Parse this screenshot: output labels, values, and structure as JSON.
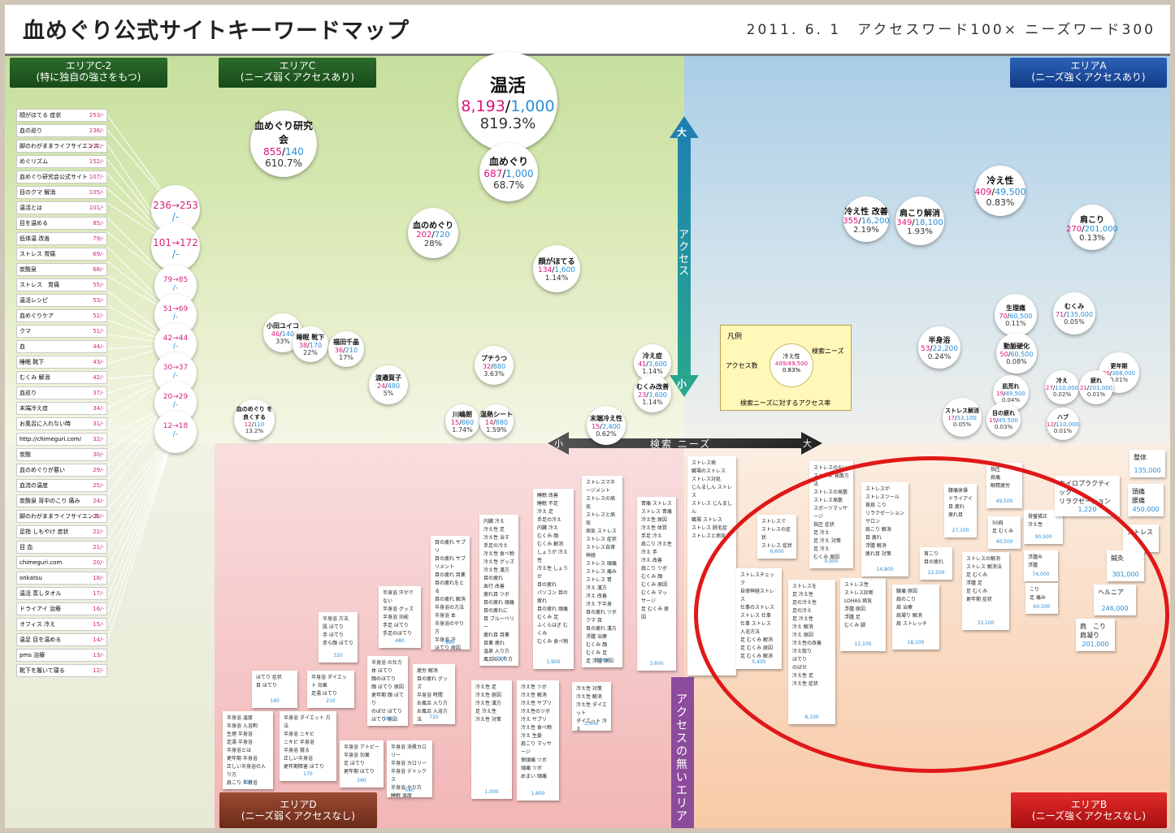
{
  "header": {
    "title": "血めぐり公式サイトキーワードマップ",
    "subtitle": "2011. 6. 1　アクセスワード100× ニーズワード300"
  },
  "areas": {
    "c2": {
      "name": "エリアC-2",
      "desc": "(特に独自の強さをもつ)"
    },
    "c": {
      "name": "エリアC",
      "desc": "(ニーズ弱くアクセスあり)"
    },
    "a": {
      "name": "エリアA",
      "desc": "(ニーズ強くアクセスあり)"
    },
    "d": {
      "name": "エリアD",
      "desc": "(ニーズ弱くアクセスなし)"
    },
    "b": {
      "name": "エリアB",
      "desc": "(ニーズ強くアクセスなし)"
    }
  },
  "axes": {
    "access_label": "アクセス",
    "access_high": "大",
    "access_low": "小",
    "search_label": "検索 ニーズ",
    "search_low": "小",
    "search_high": "大",
    "no_access_label": "アクセスの無いエリア"
  },
  "legend": {
    "title": "凡例",
    "access_label": "アクセス数",
    "needs_label": "検索ニーズ",
    "ratio_label": "検索ニーズに対するアクセス率",
    "sample_name": "冷え性",
    "sample_value": "409/49,500",
    "sample_pct": "0.83%"
  },
  "c2_list": [
    {
      "label": "顔がほてる 症状",
      "count": "253/-"
    },
    {
      "label": "血の巡り",
      "count": "236/-"
    },
    {
      "label": "脚のわがままライフサイエンス",
      "count": "172/-"
    },
    {
      "label": "めぐリズム",
      "count": "152/-"
    },
    {
      "label": "血めぐり研究会公式サイト",
      "count": "107/-"
    },
    {
      "label": "目のクマ 解消",
      "count": "105/-"
    },
    {
      "label": "温活とは",
      "count": "101/-"
    },
    {
      "label": "目を温める",
      "count": "85/-"
    },
    {
      "label": "低体温 改善",
      "count": "79/-"
    },
    {
      "label": "ストレス 胃痛",
      "count": "69/-"
    },
    {
      "label": "炭酸泉",
      "count": "68/-"
    },
    {
      "label": "ストレス　胃痛",
      "count": "55/-"
    },
    {
      "label": "温活レシピ",
      "count": "53/-"
    },
    {
      "label": "血めぐりケア",
      "count": "52/-"
    },
    {
      "label": "クマ",
      "count": "51/-"
    },
    {
      "label": "血",
      "count": "44/-"
    },
    {
      "label": "睡眠 靴下",
      "count": "43/-"
    },
    {
      "label": "むくみ 解消",
      "count": "42/-"
    },
    {
      "label": "血巡り",
      "count": "37/-"
    },
    {
      "label": "末端冷え症",
      "count": "34/-"
    },
    {
      "label": "お風呂に入れない時",
      "count": "31/-"
    },
    {
      "label": "http://chimeguri.com/",
      "count": "32/-"
    },
    {
      "label": "炭酸",
      "count": "30/-"
    },
    {
      "label": "血のめぐりが悪い",
      "count": "29/-"
    },
    {
      "label": "血流の温度",
      "count": "25/-"
    },
    {
      "label": "炭酸泉 背中のこり 痛み",
      "count": "24/-"
    },
    {
      "label": "脚のわがままライフサイエンス",
      "count": "23/-"
    },
    {
      "label": "足指 しもやけ 症状",
      "count": "22/-"
    },
    {
      "label": "目 血",
      "count": "21/-"
    },
    {
      "label": "chimeguri.com",
      "count": "20/-"
    },
    {
      "label": "onkatsu",
      "count": "18/-"
    },
    {
      "label": "温活 蒸しタオル",
      "count": "17/-"
    },
    {
      "label": "ドライアイ 治療",
      "count": "16/-"
    },
    {
      "label": "オフィス 冷え",
      "count": "15/-"
    },
    {
      "label": "温足 目を温める",
      "count": "14/-"
    },
    {
      "label": "pms 治療",
      "count": "13/-"
    },
    {
      "label": "靴下を履いて寝る",
      "count": "12/-"
    }
  ],
  "range_bubbles": [
    {
      "range": "236→253",
      "sub": "/-"
    },
    {
      "range": "101→172",
      "sub": "/-"
    },
    {
      "range": "79→85",
      "sub": "/-"
    },
    {
      "range": "51→69",
      "sub": "/-"
    },
    {
      "range": "42→44",
      "sub": "/-"
    },
    {
      "range": "30→37",
      "sub": "/-"
    },
    {
      "range": "20→29",
      "sub": "/-"
    },
    {
      "range": "12→18",
      "sub": "/-"
    }
  ],
  "bubbles": [
    {
      "name": "温活",
      "access": "8,193",
      "needs": "1,000",
      "pct": "819.3%"
    },
    {
      "name": "血めぐり研究会",
      "access": "855",
      "needs": "140",
      "pct": "610.7%"
    },
    {
      "name": "血めぐり",
      "access": "687",
      "needs": "1,000",
      "pct": "68.7%"
    },
    {
      "name": "血のめぐり",
      "access": "202",
      "needs": "720",
      "pct": "28%"
    },
    {
      "name": "顔がほてる",
      "access": "134",
      "needs": "1,600",
      "pct": "1.14%"
    },
    {
      "name": "小田ユイコ",
      "access": "46",
      "needs": "140",
      "pct": "33%"
    },
    {
      "name": "睡眠 靴下",
      "access": "38",
      "needs": "170",
      "pct": "22%"
    },
    {
      "name": "福田千晶",
      "access": "36",
      "needs": "210",
      "pct": "17%"
    },
    {
      "name": "プチうつ",
      "access": "32",
      "needs": "880",
      "pct": "3.63%"
    },
    {
      "name": "渡邉賀子",
      "access": "24",
      "needs": "480",
      "pct": "5%"
    },
    {
      "name": "血のめぐり を良くする",
      "access": "12",
      "needs": "110",
      "pct": "13.2%"
    },
    {
      "name": "川嶋朗",
      "access": "15",
      "needs": "860",
      "pct": "1.74%"
    },
    {
      "name": "温熱シート",
      "access": "14",
      "needs": "880",
      "pct": "1.59%"
    },
    {
      "name": "末端冷え性",
      "access": "15",
      "needs": "2,400",
      "pct": "0.62%"
    },
    {
      "name": "冷え症",
      "access": "41",
      "needs": "3,600",
      "pct": "1.14%"
    },
    {
      "name": "むくみ改善",
      "access": "23",
      "needs": "3,600",
      "pct": "1.14%"
    },
    {
      "name": "冷え性",
      "access": "409",
      "needs": "49,500",
      "pct": "0.83%"
    },
    {
      "name": "冷え性 改善",
      "access": "355",
      "needs": "16,200",
      "pct": "2.19%"
    },
    {
      "name": "肩こり解消",
      "access": "349",
      "needs": "18,100",
      "pct": "1.93%"
    },
    {
      "name": "肩こり",
      "access": "270",
      "needs": "201,000",
      "pct": "0.13%"
    },
    {
      "name": "生理痛",
      "access": "70",
      "needs": "60,500",
      "pct": "0.11%"
    },
    {
      "name": "むくみ",
      "access": "71",
      "needs": "135,000",
      "pct": "0.05%"
    },
    {
      "name": "半身浴",
      "access": "53",
      "needs": "22,200",
      "pct": "0.24%"
    },
    {
      "name": "動脈硬化",
      "access": "50",
      "needs": "60,500",
      "pct": "0.08%"
    },
    {
      "name": "更年期",
      "access": "30",
      "needs": "368,000",
      "pct": "0.01%"
    },
    {
      "name": "肌荒れ",
      "access": "19",
      "needs": "49,500",
      "pct": "0.04%"
    },
    {
      "name": "冷え",
      "access": "27",
      "needs": "110,000",
      "pct": "0.02%"
    },
    {
      "name": "疲れ",
      "access": "21",
      "needs": "201,000",
      "pct": "0.01%"
    },
    {
      "name": "ストレス解消",
      "access": "17",
      "needs": "33,100",
      "pct": "0.05%"
    },
    {
      "name": "目の疲れ",
      "access": "15",
      "needs": "49,500",
      "pct": "0.03%"
    },
    {
      "name": "ハブ",
      "access": "12",
      "needs": "110,000",
      "pct": "0.01%"
    }
  ],
  "cards_d": [
    {
      "lines": [
        "半身浴 温度",
        "半身浴 入浴剤",
        "生理 半身浴",
        "足湯 半身浴",
        "半身浴とは",
        "更年期 半身浴",
        "正しい半身浴の入り方",
        "肩こり 半身浴"
      ],
      "value": "110"
    },
    {
      "lines": [
        "半身浴 ダイエット 方法",
        "半身浴 ニキビ",
        "ニキビ 半身浴",
        "半身浴 寝る",
        "正しい半身浴",
        "更年期障害 ほてり"
      ],
      "value": "170"
    },
    {
      "lines": [
        "ほてり 症状",
        "目 ほてり"
      ],
      "value": "140"
    },
    {
      "lines": [
        "半身浴 ダイエット 効果",
        "足湯 ほてり"
      ],
      "value": "210"
    },
    {
      "lines": [
        "半身浴 方法",
        "肌 ほてり",
        "手 ほてり",
        "赤ら顔 ほてり"
      ],
      "value": "320"
    },
    {
      "lines": [
        "半身浴 アトピー",
        "半身浴 効果",
        "足 ほてり",
        "更年期 ほてり"
      ],
      "value": "260"
    },
    {
      "lines": [
        "半身浴 消費カロリー",
        "半身浴 カロリー",
        "半身浴 デトックス",
        "半身浴 やり方",
        "睡眠 温度"
      ],
      "value": "590"
    },
    {
      "lines": [
        "半身浴 の仕方",
        "体 ほてり",
        "顔のほてり",
        "顔 ほてり 原因",
        "更年期 顔 ほてり",
        "のぼせ ほてり",
        "ほてり 原因"
      ],
      "value": "380"
    },
    {
      "lines": [
        "半身浴 汗がでない",
        "半身浴 グッズ",
        "半身浴 効能",
        "手足 ほてり",
        "手足のほてり"
      ],
      "value": "480"
    },
    {
      "lines": [
        "疲労 解消",
        "目の疲れ グッズ",
        "半身浴 時間",
        "お風呂 入り方",
        "お風呂 入浴方法"
      ],
      "value": "720"
    },
    {
      "lines": [
        "目の疲れ サプリ",
        "目の疲れ サプリメント",
        "目の疲れ 目薬",
        "目の疲れをとる",
        "目の疲れ 解消",
        "半身浴の方法",
        "半身浴 本",
        "半身浴のやり方",
        "半身浴 汗",
        "ほてり 原因",
        "顔がほてる"
      ],
      "value": "880"
    },
    {
      "lines": [
        "冷え性 足",
        "冷え性 原因",
        "冷え性 漢方",
        "足 冷え性",
        "冷え性 対策"
      ],
      "value": "1,000"
    },
    {
      "lines": [
        "内臓 冷え",
        "冷え性 足",
        "冷え性 治す",
        "手足の冷え",
        "冷え性 食べ物",
        "冷え性 グッズ",
        "冷え性 漢方",
        "目の疲れ",
        "血行 改善",
        "疲れ目 ツボ",
        "目の疲れ 頭痛",
        "目の疲れに",
        "目 ブルーベリー",
        "疲れ目 目薬",
        "目薬 疲れ",
        "温泉 入り方",
        "風呂の入り方"
      ],
      "value": "1,300"
    },
    {
      "lines": [
        "冷え性 ツボ",
        "冷え性 解消",
        "冷え性 サプリ",
        "冷え性のツボ",
        "冷え サプリ",
        "冷え性 食べ物",
        "冷え 生姜",
        "肩こり マッサージ",
        "側頭痛 ツボ",
        "頭痛 ツボ",
        "めまい 頭痛"
      ],
      "value": "1,600"
    },
    {
      "lines": [
        "冷え性 対策",
        "冷え性 解消",
        "冷え性 ダイエット",
        "ダイエット 冷え",
        "冷え性 半身浴"
      ],
      "value": "2,400"
    },
    {
      "lines": [
        "睡眠 改善",
        "睡眠 不足",
        "冷え 足",
        "手足の冷え",
        "内臓 冷え",
        "むくみ 顔",
        "むくみ 解消",
        "しょうが 冷え性",
        "冷え性 しょうが",
        "目の疲れ",
        "パソコン 目の疲れ",
        "目の疲れ 頭痛",
        "むくみ 足",
        "ふくらはぎ むくみ",
        "むくみ 食べ物"
      ],
      "value": "1,900"
    },
    {
      "lines": [
        "ストレスマネージメント",
        "ストレスの病気",
        "ストレスと病気",
        "病気 ストレス",
        "ストレス 症状",
        "ストレス自律神経",
        "ストレス 頭痛",
        "ストレス 痛み",
        "ストレス 胃",
        "冷え 漢方",
        "冷え 改善",
        "冷え 下半身",
        "目の疲れ ツボ",
        "クマ 目",
        "目の疲れ 漢方",
        "浮腫 治療",
        "むくみ 顔",
        "むくみ 足",
        "足 浮腫 原因"
      ],
      "value": "2,900"
    },
    {
      "lines": [
        "胃痛 ストレス",
        "ストレス 胃痛",
        "冷え性 原因",
        "冷え性 体質",
        "手足 冷え",
        "肩こり 冷え性",
        "冷え 手",
        "冷え 改善",
        "肩こり ツボ",
        "むくみ 顔",
        "むくみ 原因",
        "むくみ マッサージ",
        "足 むくみ 原因"
      ],
      "value": "3,600"
    }
  ],
  "cards_b": [
    {
      "lines": [
        "ストレス病",
        "職場のストレス",
        "ストレス対処",
        "じんましん ストレス",
        "ストレス じんましん",
        "職場 ストレス",
        "ストレス 脱毛症",
        "ストレスと病気"
      ],
      "value": ""
    },
    {
      "lines": [
        "ストレスチェック",
        "自律神経ストレス",
        "仕事のストレス",
        "ストレス 仕事",
        "仕事 ストレス",
        "入浴方法",
        "足 むくみ 解消",
        "足 むくみ 原因",
        "足 むくみ 解消"
      ],
      "value": "5,400"
    },
    {
      "lines": [
        "ストレスで",
        "ストレスの症状",
        "ストレス 症状"
      ],
      "value": "6,600"
    },
    {
      "lines": [
        "ストレスを",
        "足 冷え性",
        "足の冷え性",
        "足の冷え",
        "足 冷え性",
        "冷え 解消",
        "冷え 原因",
        "冷え性の改善",
        "冷え取り",
        "ほてり",
        "のぼせ",
        "冷え性 足",
        "冷え性 症状"
      ],
      "value": "8,100"
    },
    {
      "lines": [
        "ストレスのない",
        "ストレス 発散方法",
        "ストレスの発散",
        "ストレス発散",
        "スポーツマッサージ",
        "指圧 症状",
        "足 冷え",
        "足 冷え 対策",
        "足 冷え",
        "むくみ 原因"
      ],
      "value": "9,900"
    },
    {
      "lines": [
        "ストレス性",
        "ストレス診断",
        "LOHAS 病気",
        "浮腫 原因",
        "浮腫 足",
        "むくみ 脚"
      ],
      "value": "12,100"
    },
    {
      "lines": [
        "ストレスが",
        "ストレスツール",
        "首肩 こり",
        "リラクゼーションサロン",
        "肩こり 解消",
        "目 疲れ",
        "浮腫 解消",
        "疲れ目 対策"
      ],
      "value": "14,800"
    },
    {
      "lines": [
        "腰痛 原因",
        "肩のこり",
        "肩 治療",
        "肩凝り 解消",
        "肩 ストレッチ"
      ],
      "value": "18,100"
    },
    {
      "lines": [
        "腰痛体操",
        "ドライアイ",
        "目 疲れ",
        "疲れ目"
      ],
      "value": "27,100"
    },
    {
      "lines": [
        "首こり",
        "目の疲れ"
      ],
      "value": "22,200"
    },
    {
      "lines": [
        "ストレスの解消",
        "ストレス 解消法",
        "足 むくみ",
        "浮腫 足",
        "足 むくみ",
        "更年期 症状"
      ],
      "value": "33,100"
    },
    {
      "lines": [
        "指圧",
        "肩痛",
        "眼精疲労"
      ],
      "value": "49,500"
    },
    {
      "lines": [
        "50肩",
        "足 むくみ"
      ],
      "value": "40,500"
    },
    {
      "lines": [
        "骨盤矯正",
        "冷え性"
      ],
      "value": "90,500"
    },
    {
      "lines": [
        "浮腫み",
        "浮腫"
      ],
      "value": "74,000"
    },
    {
      "lines": [
        "こり",
        "足 痛み"
      ],
      "value": "60,500"
    },
    {
      "lines": [
        "カイロプラクティック",
        "リラクゼーション"
      ],
      "value": "1,220"
    },
    {
      "lines": [
        "整体"
      ],
      "value": "135,000"
    },
    {
      "lines": [
        "頭痛",
        "腰痛"
      ],
      "value": "450,000"
    },
    {
      "lines": [
        "ストレス"
      ],
      "value": ""
    },
    {
      "lines": [
        "鍼灸"
      ],
      "value": "301,000"
    },
    {
      "lines": [
        "ヘルニア"
      ],
      "value": "246,000"
    },
    {
      "lines": [
        "肩　こり",
        "肩凝り"
      ],
      "value": "201,000"
    }
  ]
}
